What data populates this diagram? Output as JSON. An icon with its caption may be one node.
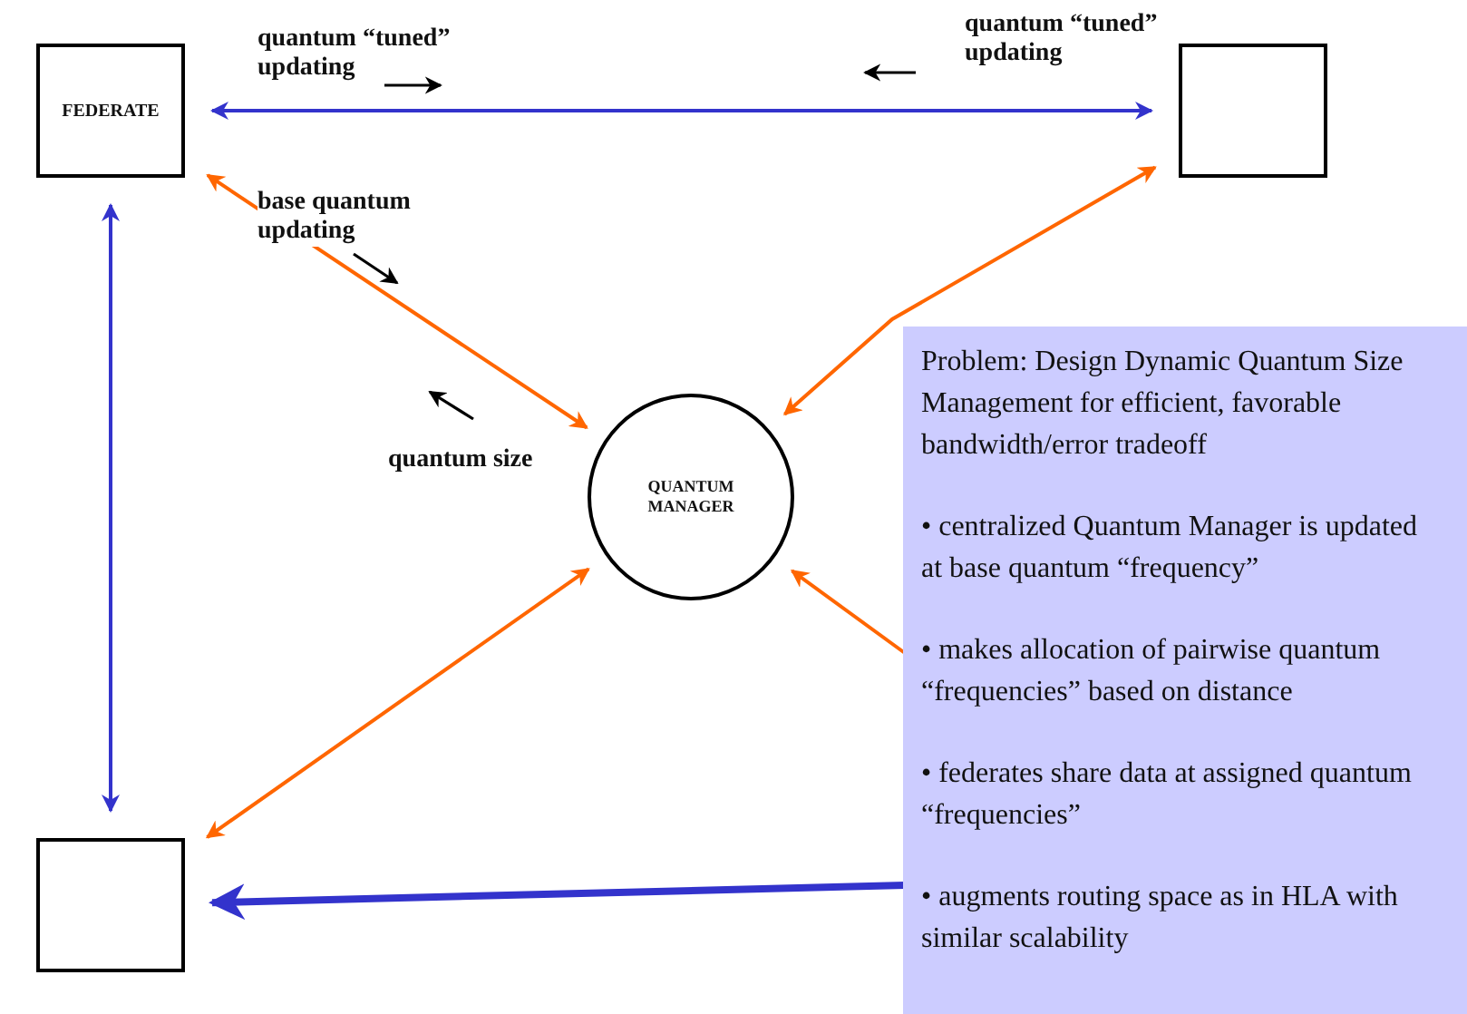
{
  "diagram": {
    "nodes": [
      {
        "text": [
          "FEDERATE"
        ]
      },
      {
        "text": [],
        "shape": "box"
      },
      {
        "text": [
          "QUANTUM MANAGER"
        ]
      },
      {
        "text": [],
        "shape": "box"
      },
      {
        "text": [
          "Problem: Design Dynamic Quantum Size Management for efficient, favorable bandwidth/error tradeoff",
          "• centralized Quantum Manager is updated at base quantum “frequency”",
          "• makes allocation of pairwise quantum “frequencies” based on distance",
          "•  federates share data at assigned quantum “frequencies”",
          "• augments routing space as in HLA with similar scalability"
        ]
      }
    ],
    "edges": [
      {
        "from": 0,
        "to": 1,
        "arrow": "both",
        "color": "#3333cc"
      },
      {
        "from": 0,
        "to": 2,
        "arrow": "both",
        "color": "#ff6600"
      },
      {
        "from": 1,
        "to": 2,
        "arrow": "both",
        "color": "#ff6600"
      },
      {
        "from": 0,
        "to": 3,
        "arrow": "both",
        "color": "#3333cc"
      },
      {
        "from": 2,
        "to": 3,
        "arrow": "both",
        "color": "#ff6600"
      },
      {
        "from": 4,
        "to": 2,
        "arrow": "to",
        "color": "#ff6600"
      },
      {
        "from": 4,
        "to": 3,
        "arrow": "to",
        "style": "thick",
        "color": "#3333cc"
      }
    ],
    "labels": [
      "quantum “tuned” updating",
      "quantum “tuned” updating",
      "base quantum updating",
      "quantum size"
    ]
  }
}
